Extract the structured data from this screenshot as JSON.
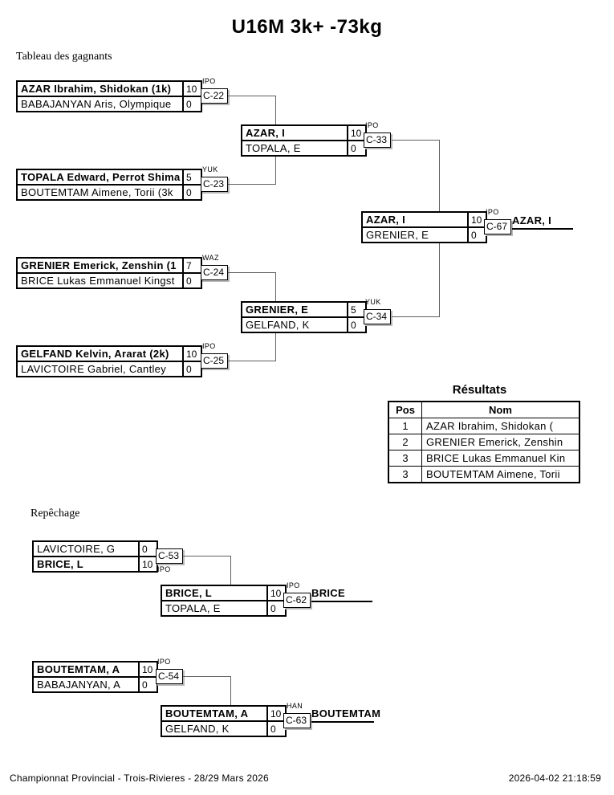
{
  "title": "U16M 3k+ -73kg",
  "main": {
    "label": "Tableau des gagnants",
    "m1": {
      "rows": [
        {
          "name": "AZAR Ibrahim, Shidokan (1k)",
          "score": "10"
        },
        {
          "name": "BABAJANYAN Aris, Olympique",
          "score": "0"
        }
      ],
      "result": "IPO",
      "code": "C-22"
    },
    "m2": {
      "rows": [
        {
          "name": "TOPALA Edward, Perrot Shima",
          "score": "5"
        },
        {
          "name": "BOUTEMTAM Aimene, Torii (3k",
          "score": "0"
        }
      ],
      "result": "YUK",
      "code": "C-23"
    },
    "m3": {
      "rows": [
        {
          "name": "GRENIER Emerick, Zenshin (1",
          "score": "7"
        },
        {
          "name": "BRICE Lukas Emmanuel Kingst",
          "score": "0"
        }
      ],
      "result": "WAZ",
      "code": "C-24"
    },
    "m4": {
      "rows": [
        {
          "name": "GELFAND Kelvin, Ararat (2k)",
          "score": "10"
        },
        {
          "name": "LAVICTOIRE Gabriel, Cantley",
          "score": "0"
        }
      ],
      "result": "IPO",
      "code": "C-25"
    },
    "sf1": {
      "rows": [
        {
          "name": "AZAR, I",
          "score": "10"
        },
        {
          "name": "TOPALA, E",
          "score": "0"
        }
      ],
      "result": "IPO",
      "code": "C-33"
    },
    "sf2": {
      "rows": [
        {
          "name": "GRENIER, E",
          "score": "5"
        },
        {
          "name": "GELFAND, K",
          "score": "0"
        }
      ],
      "result": "YUK",
      "code": "C-34"
    },
    "final": {
      "rows": [
        {
          "name": "AZAR, I",
          "score": "10"
        },
        {
          "name": "GRENIER, E",
          "score": "0"
        }
      ],
      "result": "IPO",
      "code": "C-67",
      "winner": "AZAR, I"
    }
  },
  "repechage": {
    "label": "Repêchage",
    "m1": {
      "rows": [
        {
          "name": "LAVICTOIRE, G",
          "score": "0"
        },
        {
          "name": "BRICE, L",
          "score": "10"
        }
      ],
      "result": "IPO",
      "code": "C-53"
    },
    "m2": {
      "rows": [
        {
          "name": "BRICE, L",
          "score": "10"
        },
        {
          "name": "TOPALA, E",
          "score": "0"
        }
      ],
      "result": "IPO",
      "code": "C-62",
      "winner": "BRICE"
    },
    "m3": {
      "rows": [
        {
          "name": "BOUTEMTAM, A",
          "score": "10"
        },
        {
          "name": "BABAJANYAN, A",
          "score": "0"
        }
      ],
      "result": "IPO",
      "code": "C-54"
    },
    "m4": {
      "rows": [
        {
          "name": "BOUTEMTAM, A",
          "score": "10"
        },
        {
          "name": "GELFAND, K",
          "score": "0"
        }
      ],
      "result": "HAN",
      "code": "C-63",
      "winner": "BOUTEMTAM"
    }
  },
  "results": {
    "title": "Résultats",
    "headers": [
      "Pos",
      "Nom"
    ],
    "rows": [
      [
        "1",
        "AZAR Ibrahim, Shidokan ("
      ],
      [
        "2",
        "GRENIER Emerick, Zenshin"
      ],
      [
        "3",
        "BRICE Lukas Emmanuel Kin"
      ],
      [
        "3",
        "BOUTEMTAM Aimene, Torii"
      ]
    ]
  },
  "footer": {
    "left": "Championnat Provincial - Trois-Rivieres - 28/29 Mars 2026",
    "right": "2026-04-02 21:18:59"
  }
}
